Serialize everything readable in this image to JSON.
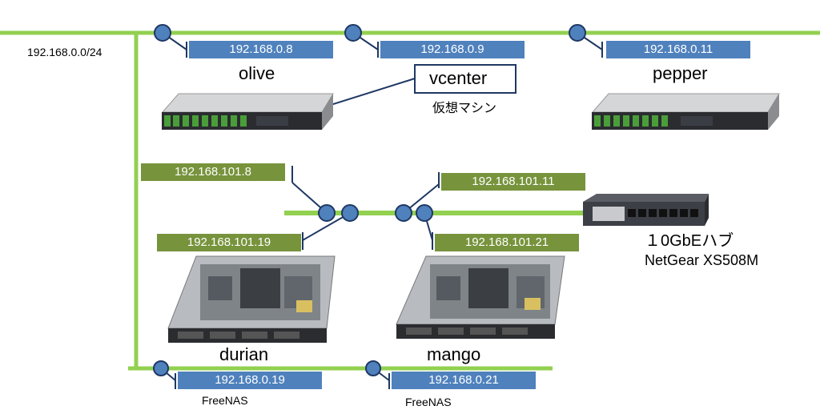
{
  "network_label": "192.168.0.0/24",
  "hosts": {
    "olive": {
      "name": "olive",
      "ip": "192.168.0.8"
    },
    "vcenter": {
      "name": "vcenter",
      "ip": "192.168.0.9",
      "note": "仮想マシン"
    },
    "pepper": {
      "name": "pepper",
      "ip": "192.168.0.11"
    },
    "durian": {
      "name": "durian",
      "ip": "192.168.0.19",
      "ip10g": "192.168.101.19",
      "role": "FreeNAS"
    },
    "mango": {
      "name": "mango",
      "ip": "192.168.0.21",
      "ip10g": "192.168.101.21",
      "role": "FreeNAS"
    }
  },
  "olive_ip10g": "192.168.101.8",
  "pepper_ip10g": "192.168.101.11",
  "switch": {
    "title": "１0GbEハブ",
    "model": "NetGear XS508M"
  },
  "colors": {
    "network_line": "#92d050",
    "node": "#4f81bd",
    "label_blue": "#4f81bd",
    "label_green": "#77933c"
  }
}
